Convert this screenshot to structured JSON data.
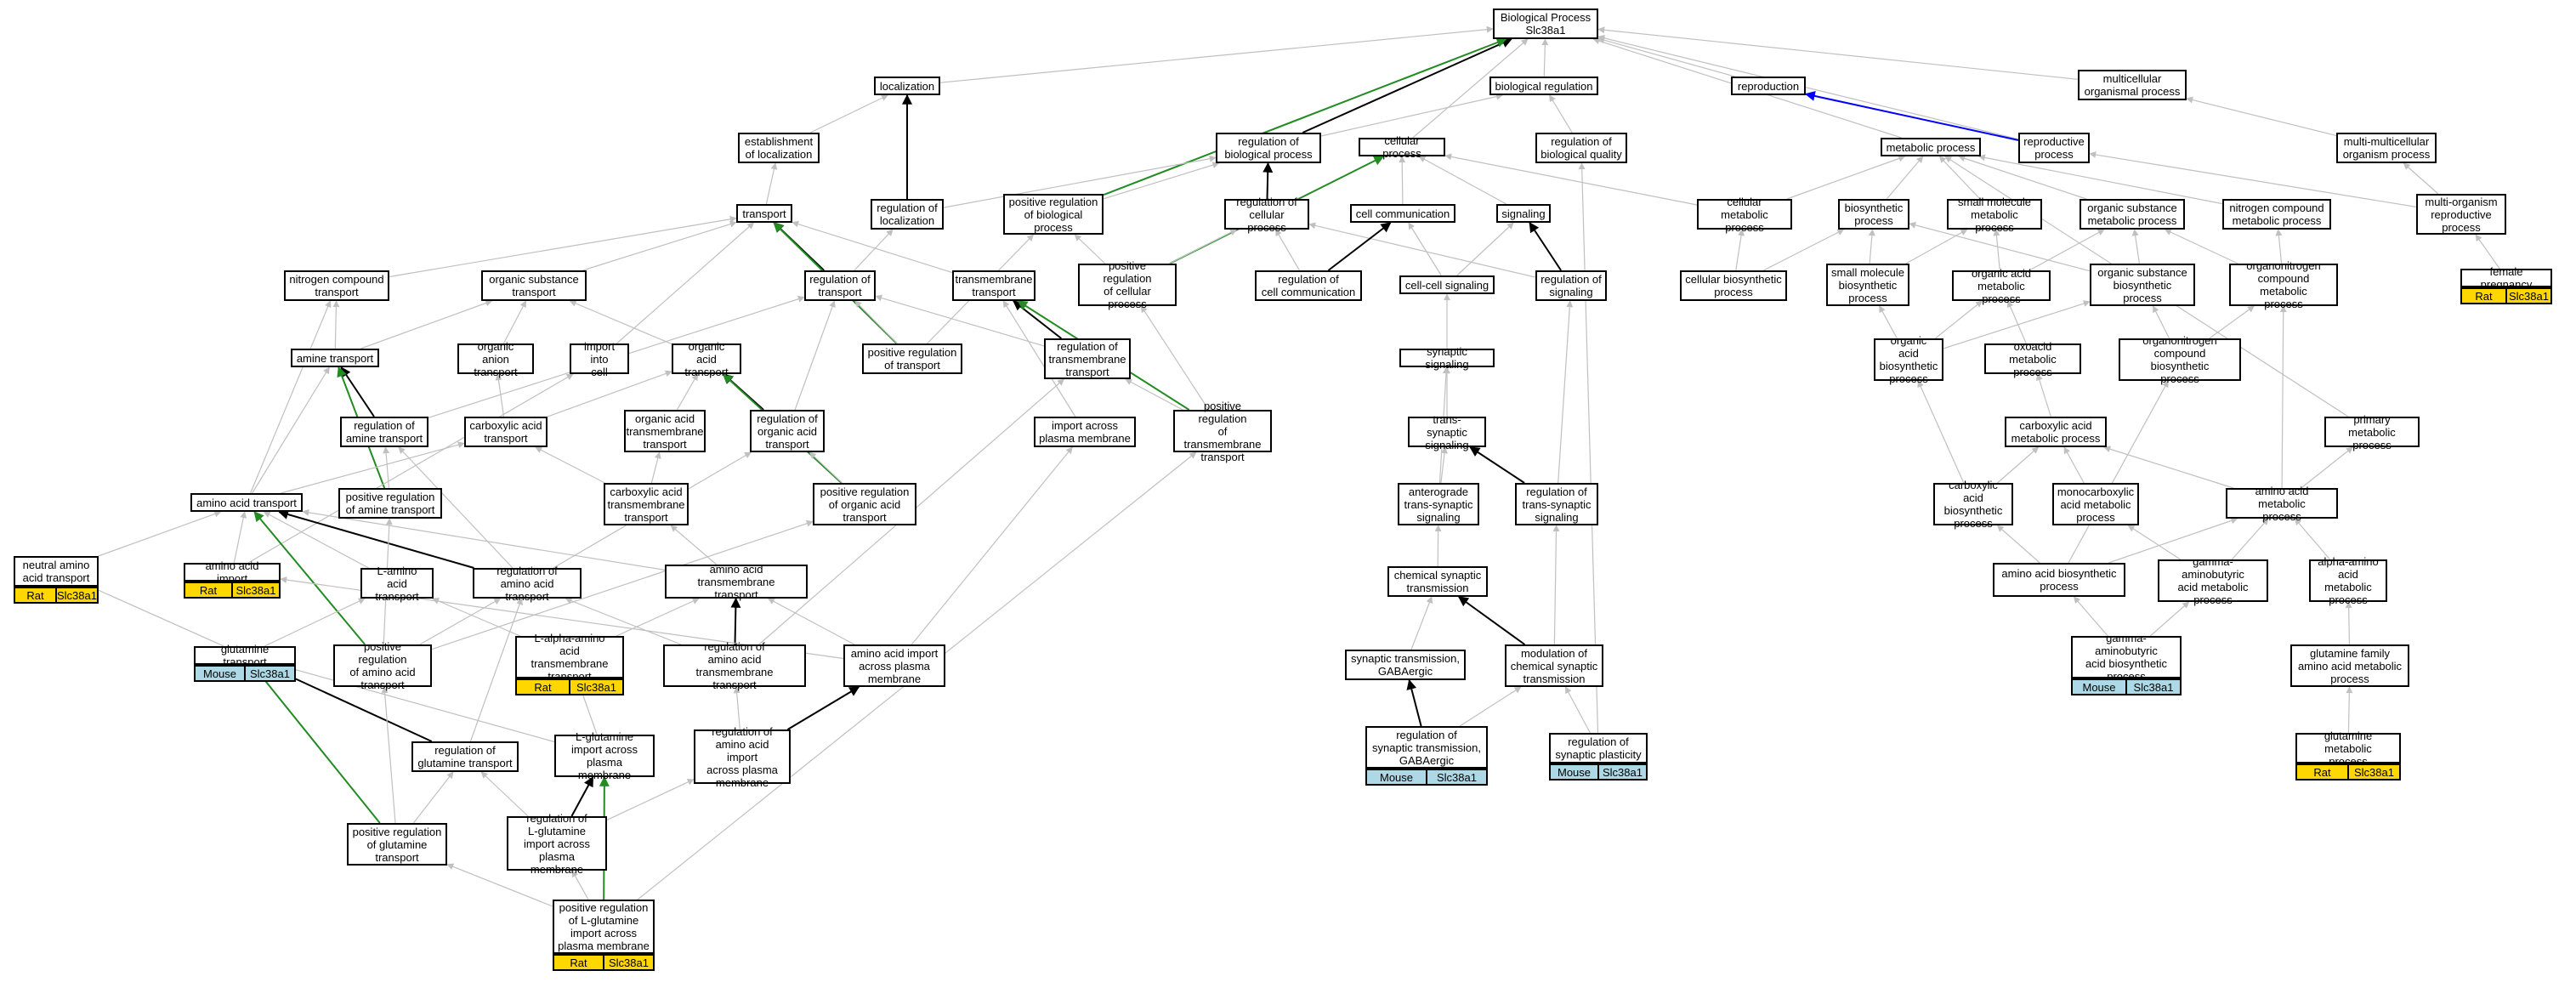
{
  "colors": {
    "edge_default": "#c0c0c0",
    "edge_black": "#000000",
    "edge_green": "#228b22",
    "edge_blue": "#0000ff",
    "rat": "#FFD700",
    "mouse": "#ADD8E6"
  },
  "terms": {
    "bp": "Biological Process\nSlc38a1",
    "localization": "localization",
    "bio_reg": "biological regulation",
    "reproduction": "reproduction",
    "multicellular": "multicellular\norganismal process",
    "est_loc": "establishment\nof localization",
    "reg_bio": "regulation of\nbiological process",
    "cellular_process": "cellular process",
    "reg_quality": "regulation of\nbiological quality",
    "metabolic": "metabolic process",
    "repro_process": "reproductive\nprocess",
    "multi_multi": "multi-multicellular\norganism process",
    "transport": "transport",
    "reg_loc": "regulation of\nlocalization",
    "pos_reg_bio": "positive regulation\nof biological\nprocess",
    "reg_cell_proc": "regulation of\ncellular process",
    "cell_comm": "cell communication",
    "signaling": "signaling",
    "cell_met": "cellular metabolic\nprocess",
    "biosyn": "biosynthetic\nprocess",
    "small_mol_met": "small molecule\nmetabolic process",
    "org_sub_met": "organic substance\nmetabolic process",
    "nitro_met": "nitrogen compound\nmetabolic process",
    "multi_org_repro": "multi-organism\nreproductive\nprocess",
    "nitro_transport": "nitrogen compound\ntransport",
    "org_sub_transport": "organic substance\ntransport",
    "reg_transport": "regulation of\ntransport",
    "transmembrane_transport": "transmembrane\ntransport",
    "pos_reg_cell": "positive regulation\nof cellular\nprocess",
    "reg_cell_comm": "regulation of\ncell communication",
    "cc_signaling": "cell-cell signaling",
    "reg_signaling": "regulation of\nsignaling",
    "cell_biosyn": "cellular biosynthetic\nprocess",
    "small_mol_biosyn": "small molecule\nbiosynthetic\nprocess",
    "org_acid_met": "organic acid\nmetabolic process",
    "org_sub_biosyn": "organic substance\nbiosynthetic\nprocess",
    "organonitrogen_met": "organonitrogen\ncompound metabolic\nprocess",
    "female_preg": "female pregnancy",
    "amine_transport": "amine transport",
    "org_anion_transport": "organic anion\ntransport",
    "import_into_cell": "import into\ncell",
    "org_acid_transport": "organic acid\ntransport",
    "pos_reg_transport": "positive regulation\nof transport",
    "reg_tm_transport": "regulation of\ntransmembrane\ntransport",
    "syn_signaling": "synaptic signaling",
    "org_acid_biosyn": "organic acid\nbiosynthetic\nprocess",
    "oxoacid_met": "oxoacid metabolic\nprocess",
    "organonitrogen_biosyn": "organonitrogen\ncompound biosynthetic\nprocess",
    "reg_amine_transport": "regulation of\namine transport",
    "carbox_transport": "carboxylic acid\ntransport",
    "org_acid_tm_transport": "organic acid\ntransmembrane\ntransport",
    "reg_org_acid_transport": "regulation of\norganic acid\ntransport",
    "import_across_pm": "import across\nplasma membrane",
    "pos_reg_tm_transport": "positive regulation\nof transmembrane\ntransport",
    "trans_syn_signaling": "trans-synaptic\nsignaling",
    "carbox_met": "carboxylic acid\nmetabolic process",
    "primary_met": "primary metabolic\nprocess",
    "aa_transport": "amino acid transport",
    "pos_reg_amine_transport": "positive regulation\nof amine transport",
    "carbox_tm_transport": "carboxylic acid\ntransmembrane\ntransport",
    "pos_reg_org_acid_transport": "positive regulation\nof organic acid\ntransport",
    "anterograde": "anterograde\ntrans-synaptic\nsignaling",
    "reg_trans_syn": "regulation of\ntrans-synaptic\nsignaling",
    "carbox_biosyn": "carboxylic acid\nbiosynthetic\nprocess",
    "monocarbox_met": "monocarboxylic\nacid metabolic\nprocess",
    "aa_met": "amino acid metabolic\nprocess",
    "neutral_aa_transport": "neutral amino\nacid transport",
    "aa_import": "amino acid import",
    "l_aa_transport": "L-amino acid\ntransport",
    "reg_aa_transport": "regulation of\namino acid transport",
    "aa_tm_transport": "amino acid transmembrane\ntransport",
    "chem_syn_trans": "chemical synaptic\ntransmission",
    "aa_biosyn": "amino acid biosynthetic\nprocess",
    "gaba_met": "gamma-aminobutyric\nacid metabolic\nprocess",
    "alpha_aa_met": "alpha-amino\nacid metabolic\nprocess",
    "gln_transport": "glutamine transport",
    "pos_reg_aa_transport": "positive regulation\nof amino acid\ntransport",
    "l_alpha_aa_tm": "L-alpha-amino\nacid transmembrane\ntransport",
    "reg_aa_tm_transport": "regulation of\namino acid transmembrane\ntransport",
    "aa_import_pm": "amino acid import\nacross plasma\nmembrane",
    "syn_trans_gaba": "synaptic transmission,\nGABAergic",
    "mod_chem_syn": "modulation of\nchemical synaptic\ntransmission",
    "gaba_biosyn": "gamma-aminobutyric\nacid biosynthetic\nprocess",
    "gln_family_met": "glutamine family\namino acid metabolic\nprocess",
    "reg_gln_transport": "regulation of\nglutamine transport",
    "l_gln_import_pm": "L-glutamine\nimport across\nplasma membrane",
    "reg_aa_import_pm": "regulation of\namino acid import\nacross plasma\nmembrane",
    "reg_syn_trans_gaba": "regulation of\nsynaptic transmission,\nGABAergic",
    "reg_syn_plasticity": "regulation of\nsynaptic plasticity",
    "gln_met": "glutamine metabolic\nprocess",
    "pos_reg_gln_transport": "positive regulation\nof glutamine\ntransport",
    "reg_l_gln_import": "regulation of\nL-glutamine\nimport across\nplasma membrane",
    "pos_reg_l_gln_import": "positive regulation\nof L-glutamine\nimport across\nplasma membrane"
  },
  "annotations": {
    "female_preg": {
      "species": "Rat",
      "gene": "Slc38a1"
    },
    "neutral_aa_transport": {
      "species": "Rat",
      "gene": "Slc38a1"
    },
    "aa_import": {
      "species": "Rat",
      "gene": "Slc38a1"
    },
    "gln_transport": {
      "species": "Mouse",
      "gene": "Slc38a1"
    },
    "l_alpha_aa_tm": {
      "species": "Rat",
      "gene": "Slc38a1"
    },
    "gaba_biosyn": {
      "species": "Mouse",
      "gene": "Slc38a1"
    },
    "reg_syn_trans_gaba": {
      "species": "Mouse",
      "gene": "Slc38a1"
    },
    "reg_syn_plasticity": {
      "species": "Mouse",
      "gene": "Slc38a1"
    },
    "gln_met": {
      "species": "Rat",
      "gene": "Slc38a1"
    },
    "pos_reg_l_gln_import": {
      "species": "Rat",
      "gene": "Slc38a1"
    }
  },
  "edges": [
    [
      "localization",
      "bp",
      "default"
    ],
    [
      "bio_reg",
      "bp",
      "default"
    ],
    [
      "reproduction",
      "bp",
      "default"
    ],
    [
      "multicellular",
      "bp",
      "default"
    ],
    [
      "reg_bio",
      "bp",
      "black"
    ],
    [
      "cellular_process",
      "bp",
      "default"
    ],
    [
      "metabolic",
      "bp",
      "default"
    ],
    [
      "repro_process",
      "bp",
      "default"
    ],
    [
      "pos_reg_bio",
      "bp",
      "green"
    ],
    [
      "est_loc",
      "localization",
      "default"
    ],
    [
      "reg_loc",
      "localization",
      "black"
    ],
    [
      "reg_bio",
      "bio_reg",
      "default"
    ],
    [
      "reg_quality",
      "bio_reg",
      "default"
    ],
    [
      "repro_process",
      "reproduction",
      "blue"
    ],
    [
      "multi_multi",
      "multicellular",
      "default"
    ],
    [
      "transport",
      "est_loc",
      "default"
    ],
    [
      "reg_cell_proc",
      "reg_bio",
      "black"
    ],
    [
      "pos_reg_bio",
      "reg_bio",
      "default"
    ],
    [
      "reg_loc",
      "reg_bio",
      "default"
    ],
    [
      "reg_cell_proc",
      "cellular_process",
      "default"
    ],
    [
      "cell_comm",
      "cellular_process",
      "default"
    ],
    [
      "signaling",
      "cellular_process",
      "default"
    ],
    [
      "cell_met",
      "cellular_process",
      "default"
    ],
    [
      "pos_reg_cell",
      "cellular_process",
      "green"
    ],
    [
      "cell_met",
      "metabolic",
      "default"
    ],
    [
      "biosyn",
      "metabolic",
      "default"
    ],
    [
      "small_mol_met",
      "metabolic",
      "default"
    ],
    [
      "org_sub_met",
      "metabolic",
      "default"
    ],
    [
      "nitro_met",
      "metabolic",
      "default"
    ],
    [
      "primary_met",
      "metabolic",
      "default"
    ],
    [
      "multi_org_repro",
      "repro_process",
      "default"
    ],
    [
      "multi_org_repro",
      "multi_multi",
      "default"
    ],
    [
      "female_preg",
      "multi_org_repro",
      "default"
    ],
    [
      "reg_transport",
      "transport",
      "black"
    ],
    [
      "pos_reg_transport",
      "transport",
      "green"
    ],
    [
      "nitro_transport",
      "transport",
      "default"
    ],
    [
      "org_sub_transport",
      "transport",
      "default"
    ],
    [
      "transmembrane_transport",
      "transport",
      "default"
    ],
    [
      "import_into_cell",
      "transport",
      "default"
    ],
    [
      "reg_transport",
      "reg_loc",
      "default"
    ],
    [
      "pos_reg_transport",
      "pos_reg_bio",
      "default"
    ],
    [
      "pos_reg_cell",
      "pos_reg_bio",
      "default"
    ],
    [
      "pos_reg_cell",
      "reg_cell_proc",
      "default"
    ],
    [
      "reg_cell_comm",
      "reg_cell_proc",
      "default"
    ],
    [
      "reg_signaling",
      "reg_cell_proc",
      "default"
    ],
    [
      "reg_cell_comm",
      "cell_comm",
      "black"
    ],
    [
      "cc_signaling",
      "cell_comm",
      "default"
    ],
    [
      "cc_signaling",
      "signaling",
      "default"
    ],
    [
      "reg_signaling",
      "signaling",
      "black"
    ],
    [
      "cell_biosyn",
      "cell_met",
      "default"
    ],
    [
      "cell_biosyn",
      "biosyn",
      "default"
    ],
    [
      "small_mol_biosyn",
      "biosyn",
      "default"
    ],
    [
      "small_mol_biosyn",
      "small_mol_met",
      "default"
    ],
    [
      "org_acid_met",
      "small_mol_met",
      "default"
    ],
    [
      "org_acid_met",
      "org_sub_met",
      "default"
    ],
    [
      "org_sub_biosyn",
      "org_sub_met",
      "default"
    ],
    [
      "organonitrogen_met",
      "org_sub_met",
      "default"
    ],
    [
      "organonitrogen_met",
      "nitro_met",
      "default"
    ],
    [
      "org_sub_biosyn",
      "biosyn",
      "default"
    ],
    [
      "amine_transport",
      "nitro_transport",
      "default"
    ],
    [
      "aa_transport",
      "nitro_transport",
      "default"
    ],
    [
      "amine_transport",
      "org_sub_transport",
      "default"
    ],
    [
      "org_anion_transport",
      "org_sub_transport",
      "default"
    ],
    [
      "org_acid_transport",
      "org_sub_transport",
      "default"
    ],
    [
      "reg_tm_transport",
      "transmembrane_transport",
      "black"
    ],
    [
      "pos_reg_tm_transport",
      "transmembrane_transport",
      "green"
    ],
    [
      "import_across_pm",
      "transmembrane_transport",
      "default"
    ],
    [
      "pos_reg_transport",
      "reg_transport",
      "default"
    ],
    [
      "reg_tm_transport",
      "reg_transport",
      "default"
    ],
    [
      "reg_amine_transport",
      "reg_transport",
      "default"
    ],
    [
      "reg_org_acid_transport",
      "reg_transport",
      "default"
    ],
    [
      "pos_reg_tm_transport",
      "pos_reg_cell",
      "default"
    ],
    [
      "syn_signaling",
      "cc_signaling",
      "default"
    ],
    [
      "trans_syn_signaling",
      "syn_signaling",
      "default"
    ],
    [
      "reg_trans_syn",
      "trans_syn_signaling",
      "black"
    ],
    [
      "anterograde",
      "trans_syn_signaling",
      "default"
    ],
    [
      "reg_trans_syn",
      "reg_signaling",
      "default"
    ],
    [
      "org_acid_biosyn",
      "org_acid_met",
      "default"
    ],
    [
      "org_acid_biosyn",
      "small_mol_biosyn",
      "default"
    ],
    [
      "org_acid_biosyn",
      "org_sub_biosyn",
      "default"
    ],
    [
      "organonitrogen_biosyn",
      "organonitrogen_met",
      "default"
    ],
    [
      "organonitrogen_biosyn",
      "org_sub_biosyn",
      "default"
    ],
    [
      "oxoacid_met",
      "org_acid_met",
      "default"
    ],
    [
      "carbox_met",
      "oxoacid_met",
      "default"
    ],
    [
      "carbox_biosyn",
      "carbox_met",
      "default"
    ],
    [
      "monocarbox_met",
      "carbox_met",
      "default"
    ],
    [
      "aa_met",
      "carbox_met",
      "default"
    ],
    [
      "aa_met",
      "primary_met",
      "default"
    ],
    [
      "aa_met",
      "organonitrogen_met",
      "default"
    ],
    [
      "reg_amine_transport",
      "amine_transport",
      "black"
    ],
    [
      "pos_reg_amine_transport",
      "amine_transport",
      "green"
    ],
    [
      "carbox_transport",
      "org_anion_transport",
      "default"
    ],
    [
      "carbox_transport",
      "org_acid_transport",
      "default"
    ],
    [
      "org_acid_tm_transport",
      "org_acid_transport",
      "default"
    ],
    [
      "reg_org_acid_transport",
      "org_acid_transport",
      "black"
    ],
    [
      "pos_reg_org_acid_transport",
      "org_acid_transport",
      "green"
    ],
    [
      "pos_reg_org_acid_transport",
      "reg_org_acid_transport",
      "default"
    ],
    [
      "pos_reg_amine_transport",
      "reg_amine_transport",
      "default"
    ],
    [
      "pos_reg_tm_transport",
      "reg_tm_transport",
      "default"
    ],
    [
      "aa_transport",
      "amine_transport",
      "default"
    ],
    [
      "aa_transport",
      "carbox_transport",
      "default"
    ],
    [
      "carbox_tm_transport",
      "carbox_transport",
      "default"
    ],
    [
      "carbox_tm_transport",
      "org_acid_tm_transport",
      "default"
    ],
    [
      "anterograde",
      "syn_signaling",
      "default"
    ],
    [
      "chem_syn_trans",
      "anterograde",
      "default"
    ],
    [
      "mod_chem_syn",
      "reg_trans_syn",
      "default"
    ],
    [
      "mod_chem_syn",
      "chem_syn_trans",
      "black"
    ],
    [
      "syn_trans_gaba",
      "chem_syn_trans",
      "default"
    ],
    [
      "reg_syn_trans_gaba",
      "syn_trans_gaba",
      "black"
    ],
    [
      "reg_syn_trans_gaba",
      "mod_chem_syn",
      "default"
    ],
    [
      "reg_syn_plasticity",
      "mod_chem_syn",
      "default"
    ],
    [
      "reg_syn_plasticity",
      "reg_quality",
      "default"
    ],
    [
      "carbox_biosyn",
      "org_acid_biosyn",
      "default"
    ],
    [
      "aa_biosyn",
      "carbox_biosyn",
      "default"
    ],
    [
      "aa_biosyn",
      "aa_met",
      "default"
    ],
    [
      "aa_biosyn",
      "organonitrogen_biosyn",
      "default"
    ],
    [
      "gaba_met",
      "monocarbox_met",
      "default"
    ],
    [
      "gaba_met",
      "aa_met",
      "default"
    ],
    [
      "alpha_aa_met",
      "aa_met",
      "default"
    ],
    [
      "gaba_biosyn",
      "aa_biosyn",
      "default"
    ],
    [
      "gaba_biosyn",
      "gaba_met",
      "default"
    ],
    [
      "gln_family_met",
      "alpha_aa_met",
      "default"
    ],
    [
      "gln_met",
      "gln_family_met",
      "default"
    ],
    [
      "neutral_aa_transport",
      "aa_transport",
      "default"
    ],
    [
      "aa_import",
      "aa_transport",
      "default"
    ],
    [
      "aa_import",
      "import_into_cell",
      "default"
    ],
    [
      "l_aa_transport",
      "aa_transport",
      "default"
    ],
    [
      "reg_aa_transport",
      "aa_transport",
      "black"
    ],
    [
      "pos_reg_aa_transport",
      "aa_transport",
      "green"
    ],
    [
      "reg_aa_transport",
      "reg_amine_transport",
      "default"
    ],
    [
      "reg_aa_transport",
      "reg_org_acid_transport",
      "default"
    ],
    [
      "pos_reg_aa_transport",
      "reg_aa_transport",
      "default"
    ],
    [
      "pos_reg_aa_transport",
      "pos_reg_amine_transport",
      "default"
    ],
    [
      "pos_reg_aa_transport",
      "pos_reg_org_acid_transport",
      "default"
    ],
    [
      "aa_tm_transport",
      "aa_transport",
      "default"
    ],
    [
      "aa_tm_transport",
      "carbox_tm_transport",
      "default"
    ],
    [
      "reg_aa_tm_transport",
      "aa_tm_transport",
      "black"
    ],
    [
      "reg_aa_tm_transport",
      "reg_aa_transport",
      "default"
    ],
    [
      "reg_aa_tm_transport",
      "reg_tm_transport",
      "default"
    ],
    [
      "l_alpha_aa_tm",
      "l_aa_transport",
      "default"
    ],
    [
      "l_alpha_aa_tm",
      "aa_tm_transport",
      "default"
    ],
    [
      "aa_import_pm",
      "import_across_pm",
      "default"
    ],
    [
      "aa_import_pm",
      "aa_import",
      "default"
    ],
    [
      "aa_import_pm",
      "aa_tm_transport",
      "default"
    ],
    [
      "gln_transport",
      "neutral_aa_transport",
      "default"
    ],
    [
      "gln_transport",
      "l_aa_transport",
      "default"
    ],
    [
      "reg_gln_transport",
      "gln_transport",
      "black"
    ],
    [
      "reg_gln_transport",
      "reg_aa_transport",
      "default"
    ],
    [
      "pos_reg_gln_transport",
      "gln_transport",
      "green"
    ],
    [
      "pos_reg_gln_transport",
      "reg_gln_transport",
      "default"
    ],
    [
      "pos_reg_gln_transport",
      "pos_reg_aa_transport",
      "default"
    ],
    [
      "l_gln_import_pm",
      "gln_transport",
      "default"
    ],
    [
      "l_gln_import_pm",
      "l_alpha_aa_tm",
      "default"
    ],
    [
      "reg_aa_import_pm",
      "aa_import_pm",
      "black"
    ],
    [
      "reg_aa_import_pm",
      "reg_aa_tm_transport",
      "default"
    ],
    [
      "reg_l_gln_import",
      "l_gln_import_pm",
      "black"
    ],
    [
      "reg_l_gln_import",
      "reg_aa_import_pm",
      "default"
    ],
    [
      "reg_l_gln_import",
      "reg_gln_transport",
      "default"
    ],
    [
      "pos_reg_l_gln_import",
      "reg_l_gln_import",
      "default"
    ],
    [
      "pos_reg_l_gln_import",
      "l_gln_import_pm",
      "green"
    ],
    [
      "pos_reg_l_gln_import",
      "pos_reg_gln_transport",
      "default"
    ],
    [
      "pos_reg_l_gln_import",
      "pos_reg_tm_transport",
      "default"
    ]
  ]
}
